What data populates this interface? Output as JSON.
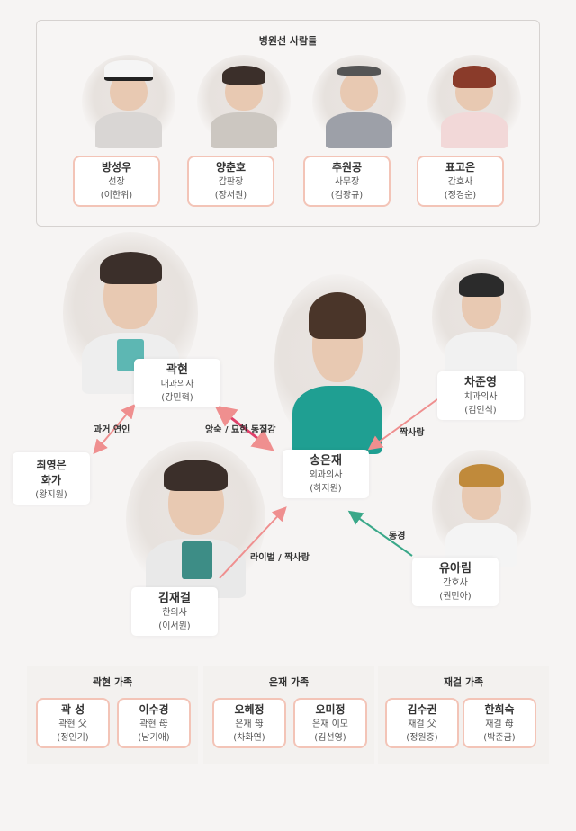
{
  "ship_section": {
    "title": "병원선 사람들",
    "members": [
      {
        "name": "방성우",
        "role": "선장",
        "actor": "(이한위)"
      },
      {
        "name": "양춘호",
        "role": "갑판장",
        "actor": "(장서원)"
      },
      {
        "name": "추원공",
        "role": "사무장",
        "actor": "(김광규)"
      },
      {
        "name": "표고은",
        "role": "간호사",
        "actor": "(정경순)"
      }
    ]
  },
  "main": {
    "kwak": {
      "name": "곽현",
      "role": "내과의사",
      "actor": "(강민혁)"
    },
    "song": {
      "name": "송은재",
      "role": "외과의사",
      "actor": "(하지원)"
    },
    "cha": {
      "name": "차준영",
      "role": "치과의사",
      "actor": "(김인식)"
    },
    "choi": {
      "name": "최영은",
      "role": "화가",
      "actor": "(왕지원)"
    },
    "kim": {
      "name": "김재걸",
      "role": "한의사",
      "actor": "(이서원)"
    },
    "yoo": {
      "name": "유아림",
      "role": "간호사",
      "actor": "(권민아)"
    }
  },
  "relations": {
    "kwak_choi": "과거 연인",
    "kwak_song": "앙숙 / 묘한 동질감",
    "cha_song": "짝사랑",
    "kim_song": "라이벌 / 짝사랑",
    "yoo_song": "동경"
  },
  "families": [
    {
      "title": "곽현 가족",
      "members": [
        {
          "name": "곽 성",
          "role": "곽현 父",
          "actor": "(정인기)"
        },
        {
          "name": "이수경",
          "role": "곽현 母",
          "actor": "(남기애)"
        }
      ]
    },
    {
      "title": "은재 가족",
      "members": [
        {
          "name": "오혜정",
          "role": "은재 母",
          "actor": "(차화연)"
        },
        {
          "name": "오미정",
          "role": "은재 이모",
          "actor": "(김선영)"
        }
      ]
    },
    {
      "title": "재걸 가족",
      "members": [
        {
          "name": "김수권",
          "role": "재걸 父",
          "actor": "(정원중)"
        },
        {
          "name": "한희숙",
          "role": "재걸 母",
          "actor": "(박준금)"
        }
      ]
    }
  ],
  "colors": {
    "arrow_pink": "#ef8f8f",
    "arrow_teal": "#3aa889",
    "card_border": "#f3c4b7"
  }
}
